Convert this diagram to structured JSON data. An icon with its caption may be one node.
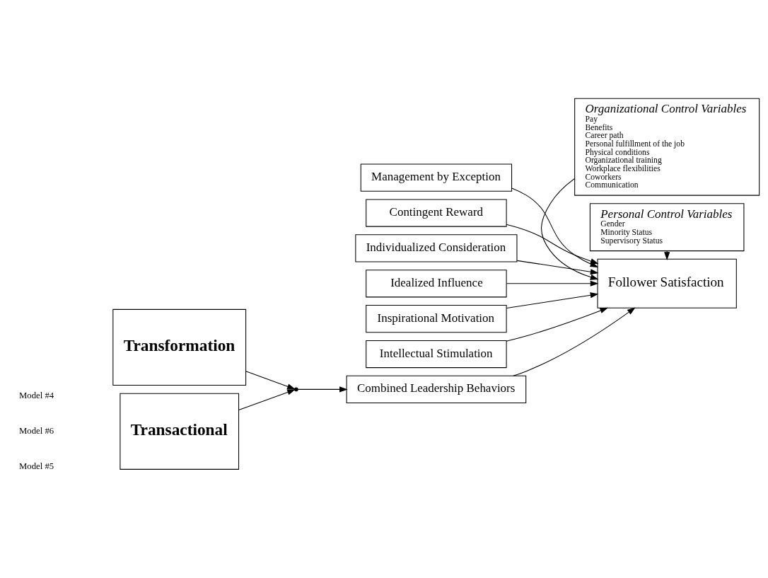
{
  "diagram": {
    "nodes": [
      {
        "text": [
          "Transactional"
        ]
      },
      {
        "text": [
          "Management by Exception"
        ]
      },
      {
        "text": [
          "Contingent Reward"
        ]
      },
      {
        "text": [
          "Individualized Consideration"
        ]
      },
      {
        "text": [
          "Combined Leadership Behaviors"
        ]
      },
      {
        "text": [
          "Transformation"
        ]
      },
      {
        "text": [
          "Idealized Influence"
        ]
      },
      {
        "text": [
          "Inspirational Motivation"
        ]
      },
      {
        "text": [
          "Intellectual Stimulation"
        ]
      },
      {
        "text": [
          "Follower Satisfaction"
        ]
      },
      {
        "text": [
          "Organizational Control Variables",
          "Pay",
          "Benefits",
          "Career path",
          "Personal fulfillment of the job",
          "Physical conditions",
          "Organizational training",
          "Workplace flexibilities",
          "Coworkers",
          "Communication"
        ]
      },
      {
        "text": [
          "Personal Control Variables",
          "Gender",
          "Minority Status",
          "Supervisory Status"
        ]
      },
      {
        "text": [],
        "shape": "point"
      }
    ],
    "edges": [
      {
        "from": 0,
        "to": 12,
        "arrow": "to"
      },
      {
        "from": 5,
        "to": 12,
        "arrow": "to"
      },
      {
        "from": 12,
        "to": 4,
        "arrow": "to"
      },
      {
        "from": 1,
        "to": 9,
        "arrow": "to"
      },
      {
        "from": 2,
        "to": 9,
        "arrow": "to"
      },
      {
        "from": 3,
        "to": 9,
        "arrow": "to"
      },
      {
        "from": 4,
        "to": 9,
        "arrow": "to"
      },
      {
        "from": 6,
        "to": 9,
        "arrow": "to"
      },
      {
        "from": 7,
        "to": 9,
        "arrow": "to"
      },
      {
        "from": 8,
        "to": 9,
        "arrow": "to"
      },
      {
        "from": 10,
        "to": 9,
        "arrow": "to"
      },
      {
        "from": 11,
        "to": 9,
        "arrow": "to"
      }
    ],
    "labels": [
      "Model #4",
      "Model #6",
      "Model #5"
    ]
  }
}
